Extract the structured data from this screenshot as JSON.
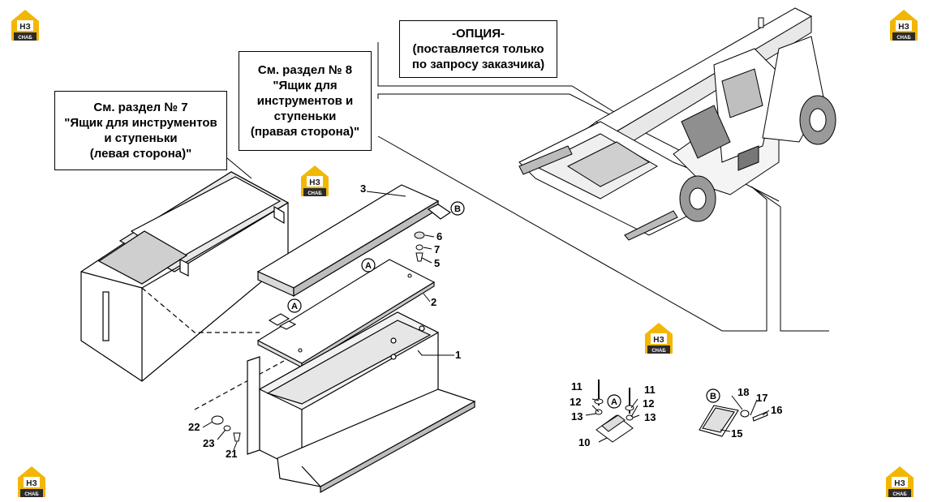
{
  "notes": {
    "option": [
      "-ОПЦИЯ-",
      "(поставляется только",
      "по запросу заказчика)"
    ],
    "section7": [
      "См. раздел № 7",
      "\"Ящик для инструментов",
      "и ступеньки",
      "(левая сторона)\""
    ],
    "section8": [
      "См. раздел № 8",
      "\"Ящик для",
      "инструментов и",
      "ступеньки",
      "(правая сторона)\""
    ]
  },
  "logo": {
    "letters": "НЗ",
    "sub": "СНАБ",
    "colors": {
      "house": "#f2b705",
      "band": "#2b2b2b"
    }
  },
  "callouts": {
    "n1": "1",
    "n2": "2",
    "n3": "3",
    "n5": "5",
    "n6": "6",
    "n7": "7",
    "n10": "10",
    "n11a": "11",
    "n11b": "11",
    "n12a": "12",
    "n12b": "12",
    "n13a": "13",
    "n13b": "13",
    "n15": "15",
    "n16": "16",
    "n17": "17",
    "n18": "18",
    "n21": "21",
    "n22": "22",
    "n23": "23"
  },
  "detail_marks": {
    "a1": "A",
    "a2": "A",
    "a3": "A",
    "b1": "B",
    "b2": "B"
  }
}
